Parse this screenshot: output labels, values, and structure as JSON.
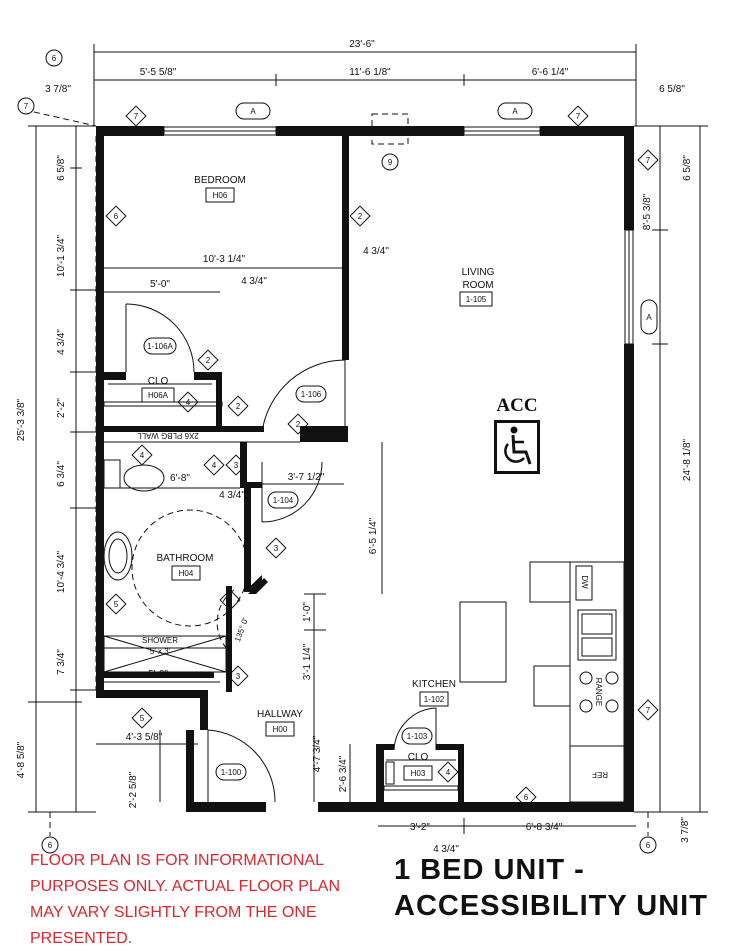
{
  "rooms": {
    "bedroom": {
      "name": "BEDROOM",
      "number": "H06"
    },
    "closet_bedroom": {
      "name": "CLO",
      "number": "H06A"
    },
    "living": {
      "line1": "LIVING",
      "line2": "ROOM",
      "number": "1-105"
    },
    "bathroom": {
      "name": "BATHROOM",
      "number": "H04"
    },
    "kitchen": {
      "name": "KITCHEN",
      "number": "1-102"
    },
    "hallway": {
      "name": "HALLWAY",
      "number": "H00"
    },
    "closet_hall": {
      "name": "CLO",
      "number": "H03"
    }
  },
  "labels": {
    "acc": "ACC",
    "plbg_wall": "2X6 PLBG WALL",
    "shower_line1": "SHOWER",
    "shower_line2": "5' x 3'",
    "range": "RANGE",
    "dw": "DW",
    "ref": "REF",
    "turning_radius": "135° 0'"
  },
  "dimensions": {
    "overall_width": "23'-6\"",
    "top_left": "5'-5 5/8\"",
    "top_middle": "11'-6 1/8\"",
    "top_right": "6'-6 1/4\"",
    "top_left_offset": "3 7/8\"",
    "top_right_offset": "6 5/8\"",
    "bedroom_width": "10'-3 1/4\"",
    "bedroom_wall": "4 3/4\"",
    "closet_width": "5'-0\"",
    "closet_wall": "4 3/4\"",
    "toilet_width": "6'-8\"",
    "bath_wall": "4 3/4\"",
    "bath_opening": "3'-7 1/2\"",
    "bath_depth": "6'-5 1/4\"",
    "shower_width": "5'-0\"",
    "hall_width": "4'-3 5/8\"",
    "hall_depth": "2'-2 5/8\"",
    "hall_length": "4'-7 3/4\"",
    "shower_step": "1'-0\"",
    "shower_height": "3'-1 1/4\"",
    "closet_depth": "2'-6 3/4\"",
    "bottom_left": "3'-2\"",
    "bottom_right": "6'-8 3/4\"",
    "bottom_wall": "4 3/4\"",
    "bottom_right_offset": "3 7/8\"",
    "left_top": "6 5/8\"",
    "left_bedroom": "10'-1 3/4\"",
    "left_wall1": "4 3/4\"",
    "left_closet": "2'-2\"",
    "left_wet": "6 3/4\"",
    "left_bath": "10'-4 3/4\"",
    "left_shower": "7 3/4\"",
    "left_hall": "4'-8 5/8\"",
    "left_overall": "25'-3 3/8\"",
    "right_top": "6 5/8\"",
    "right_window": "8'-5 3/8\"",
    "right_overall": "24'-8 1/8\""
  },
  "tags": {
    "grid_top_left": "6",
    "grid_left": "7",
    "grid_bottom_left": "6",
    "grid_bottom_right": "6",
    "win_a1": "A",
    "win_a2": "A",
    "win_a3": "A",
    "door_bed": "1-106",
    "door_clo": "1-106A",
    "door_bath": "1-104",
    "door_hall": "1-100",
    "door_clo2": "1-103",
    "wall_types": [
      "7",
      "7",
      "7",
      "6",
      "2",
      "2",
      "2",
      "2",
      "4",
      "4",
      "4",
      "3",
      "3",
      "3",
      "3",
      "5",
      "5",
      "6",
      "4",
      "7",
      "9",
      "6"
    ]
  },
  "disclaimer": {
    "line1": "FLOOR PLAN IS FOR INFORMATIONAL",
    "line2": "PURPOSES ONLY. ACTUAL FLOOR PLAN",
    "line3": "MAY VARY SLIGHTLY FROM THE ONE",
    "line4": "PRESENTED."
  },
  "unit_title": {
    "line1": "1 BED UNIT -",
    "line2": "ACCESSIBILITY UNIT"
  }
}
